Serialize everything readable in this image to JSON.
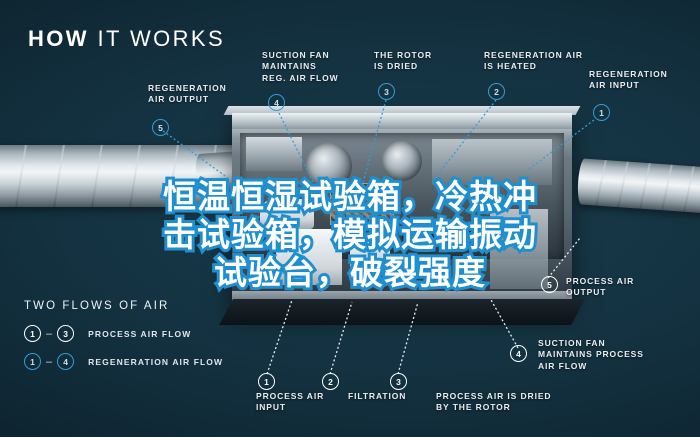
{
  "header": {
    "title_bold": "HOW",
    "title_rest": "IT WORKS"
  },
  "colors": {
    "background": "#143241",
    "accent_blue": "#2f9fd6",
    "overlay_stroke": "#1f8fd0",
    "label_text": "#e9eef1",
    "metal_light": "#eef2f4"
  },
  "callouts": [
    {
      "id": "regeneration-air-output",
      "number": "5",
      "label": "REGENERATION\nAIR OUTPUT",
      "style": "blue"
    },
    {
      "id": "suction-fan-reg",
      "number": "4",
      "label": "SUCTION FAN\nMAINTAINS\nREG. AIR FLOW",
      "style": "blue"
    },
    {
      "id": "rotor-is-dried",
      "number": "3",
      "label": "THE ROTOR\nIS DRIED",
      "style": "blue"
    },
    {
      "id": "regeneration-air-heated",
      "number": "2",
      "label": "REGENERATION AIR\nIS HEATED",
      "style": "blue"
    },
    {
      "id": "regeneration-air-input",
      "number": "1",
      "label": "REGENERATION\nAIR INPUT",
      "style": "blue"
    },
    {
      "id": "process-air-output",
      "number": "5",
      "label": "PROCESS AIR\nOUTPUT",
      "style": "white"
    },
    {
      "id": "process-air-input",
      "number": "1",
      "label": "PROCESS AIR\nINPUT",
      "style": "white"
    },
    {
      "id": "filtration",
      "number": "2",
      "label": "FILTRATION",
      "style": "white"
    },
    {
      "id": "process-air-dried",
      "number": "3",
      "label": "PROCESS AIR IS DRIED\nBY THE ROTOR",
      "style": "white"
    },
    {
      "id": "suction-fan-process",
      "number": "4",
      "label": "SUCTION FAN\nMAINTAINS PROCESS\nAIR FLOW",
      "style": "white"
    }
  ],
  "legend": {
    "heading": "TWO FLOWS OF AIR",
    "dash": "–",
    "rows": [
      {
        "from": "1",
        "to": "3",
        "text": "PROCESS AIR FLOW",
        "style": "white"
      },
      {
        "from": "1",
        "to": "4",
        "text": "REGENERATION AIR FLOW",
        "style": "blue"
      }
    ]
  },
  "overlay": {
    "line1": "恒温恒湿试验箱，冷热冲",
    "line2": "击试验箱，模拟运输振动",
    "line3": "试验台，破裂强度"
  }
}
